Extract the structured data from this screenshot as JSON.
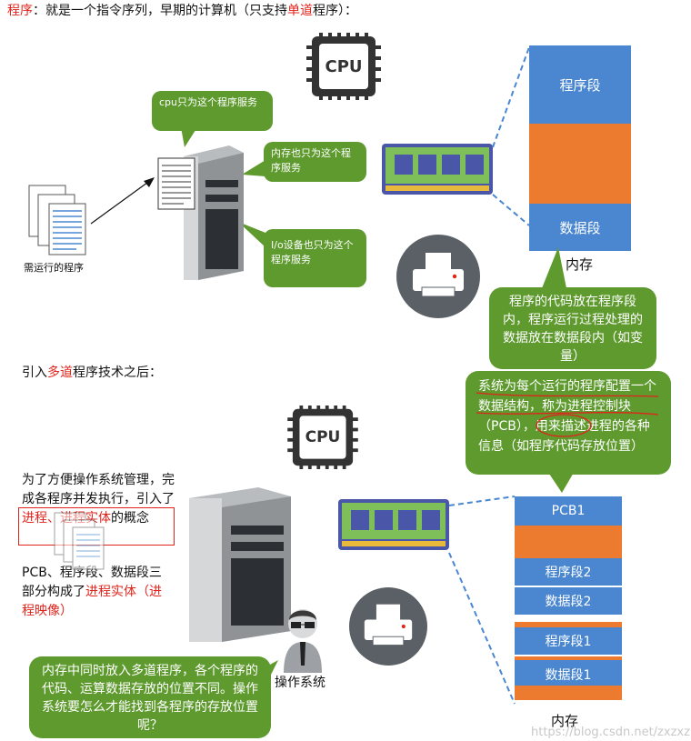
{
  "top": {
    "heading_red": "程序",
    "heading_mid": "：就是一个指令序列，早期的计算机（只支持",
    "heading_red2": "单道",
    "heading_end": "程序）：",
    "cpu_label": "CPU",
    "bubble_cpu": "cpu只为这个程序服务",
    "bubble_mem": "内存也只为这个程序服务",
    "bubble_io": "I/o设备也只为这个程序服务",
    "programs_label": "需运行的程序",
    "memory": {
      "segments": [
        "程序段",
        "",
        "数据段"
      ],
      "label": "内存"
    },
    "note": "程序的代码放在程序段内，程序运行过程处理的数据放在数据段内（如变量）"
  },
  "bottom": {
    "intro_pre": "引入",
    "intro_red": "多道",
    "intro_post": "程序技术之后：",
    "cpu_label": "CPU",
    "pcb_note": "系统为每个运行的程序配置一个数据结构，称为进程控制块（PCB），用来描述进程的各种信息（如程序代码存放位置）",
    "left_text1_a": "为了方便操作系统管理，完成各程序并发执行，引入了",
    "left_text1_red": "进程、进程实体",
    "left_text1_b": "的概念",
    "left_text2_a": "PCB、程序段、数据段三部分构成了",
    "left_text2_red": "进程实体（进程映像）",
    "os_label": "操作系统",
    "bottom_note": "内存中同时放入多道程序，各个程序的代码、运算数据存放的位置不同。操作系统要怎么才能找到各程序的存放位置呢？",
    "memory": {
      "segments": [
        "PCB1",
        "",
        "程序段2",
        "数据段2",
        "程序段1",
        "数据段1",
        ""
      ],
      "label": "内存"
    }
  },
  "watermark": "https://blog.csdn.net/zxzxz",
  "icons": [
    "cpu-chip-icon",
    "document-stack-icon",
    "computer-tower-icon",
    "memory-module-icon",
    "printer-icon",
    "operator-person-icon"
  ],
  "colors": {
    "green": "#5e9a2e",
    "blue": "#4a87d0",
    "orange": "#ec7a2f",
    "red": "#e0241b",
    "dark": "#333333",
    "circle": "#5b6066"
  }
}
